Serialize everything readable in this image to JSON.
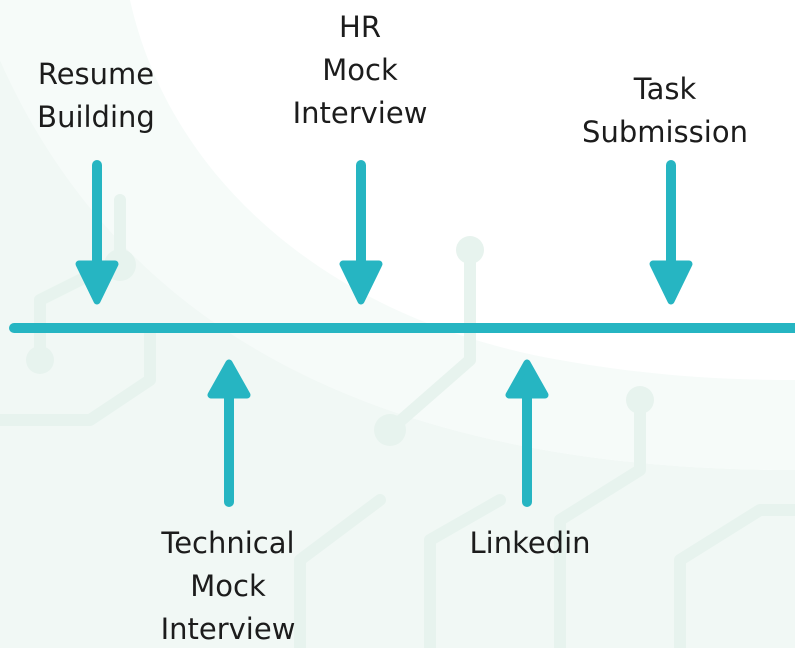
{
  "colors": {
    "accent": "#26b5c2",
    "background_pattern": "#edf7f3",
    "text": "#1c1c1c"
  },
  "milestones_above": [
    {
      "lines": [
        "Resume",
        "Building"
      ]
    },
    {
      "lines": [
        "HR",
        "Mock",
        "Interview"
      ]
    },
    {
      "lines": [
        "Task",
        "Submission"
      ]
    }
  ],
  "milestones_below": [
    {
      "lines": [
        "Technical",
        "Mock",
        "Interview"
      ]
    },
    {
      "lines": [
        "Linkedin"
      ]
    }
  ]
}
